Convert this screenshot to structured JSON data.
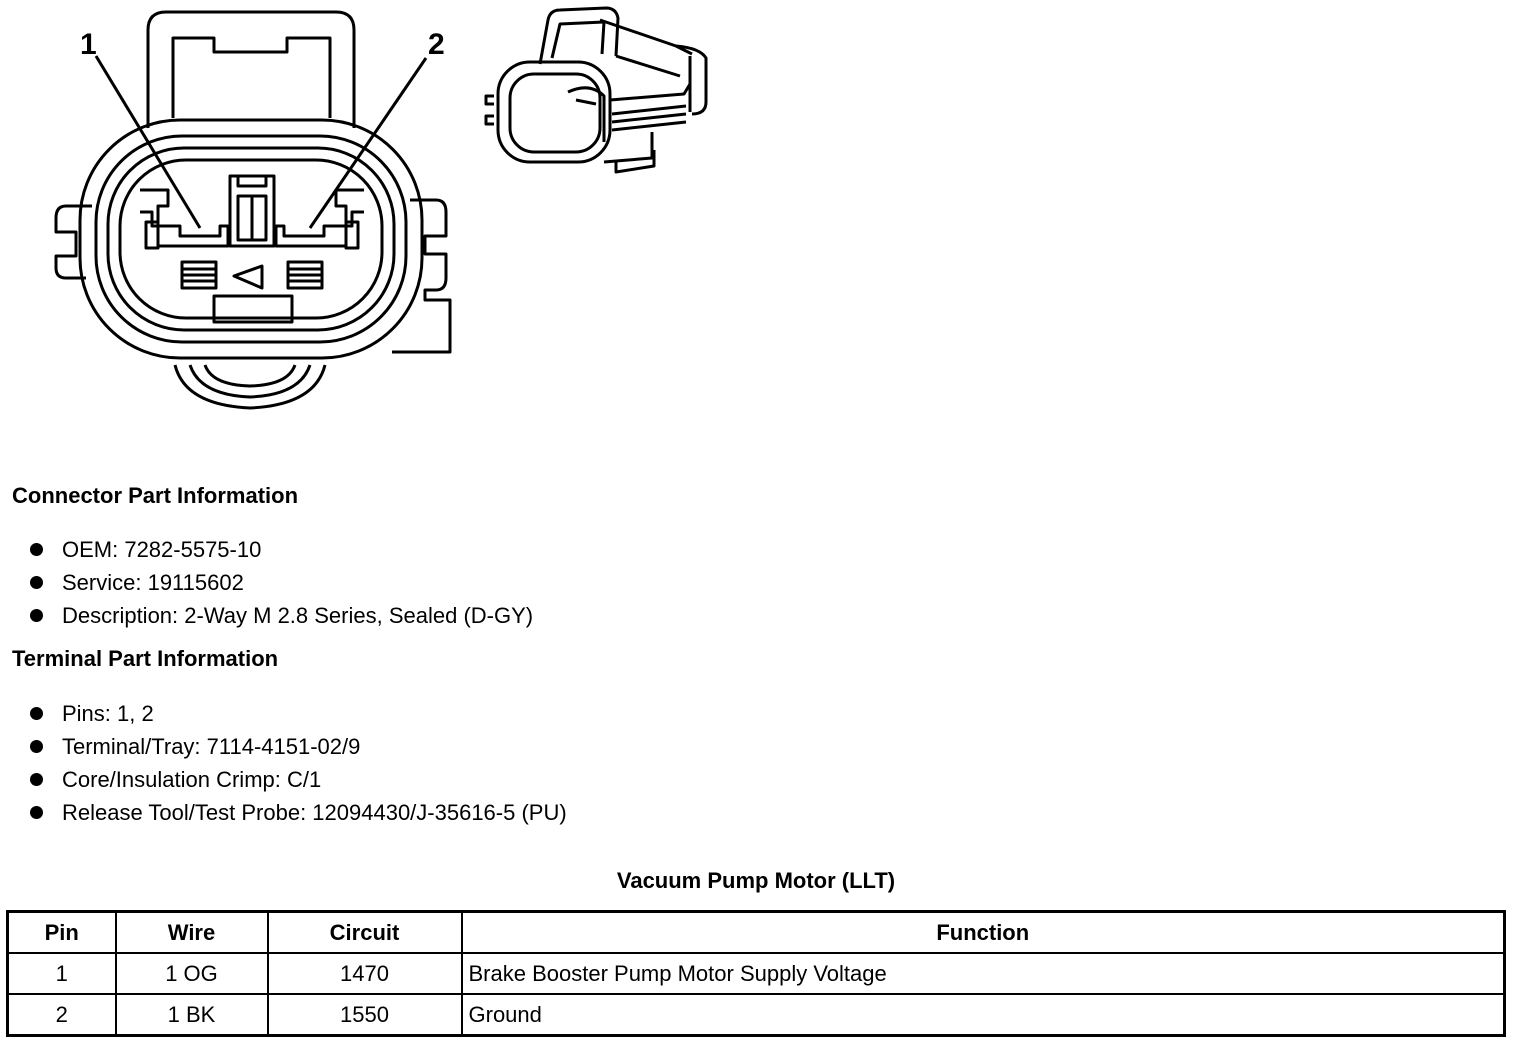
{
  "diagram": {
    "pin_labels": [
      "1",
      "2"
    ]
  },
  "connector_info": {
    "heading": "Connector Part Information",
    "items": [
      "OEM: 7282-5575-10",
      "Service: 19115602",
      "Description: 2-Way M 2.8 Series, Sealed (D-GY)"
    ]
  },
  "terminal_info": {
    "heading": "Terminal Part Information",
    "items": [
      "Pins: 1, 2",
      "Terminal/Tray: 7114-4151-02/9",
      "Core/Insulation Crimp: C/1",
      "Release Tool/Test Probe: 12094430/J-35616-5 (PU)"
    ]
  },
  "pin_table": {
    "title": "Vacuum Pump Motor (LLT)",
    "headers": [
      "Pin",
      "Wire",
      "Circuit",
      "Function"
    ],
    "rows": [
      [
        "1",
        "1 OG",
        "1470",
        "Brake Booster Pump Motor Supply Voltage"
      ],
      [
        "2",
        "1 BK",
        "1550",
        "Ground"
      ]
    ]
  }
}
